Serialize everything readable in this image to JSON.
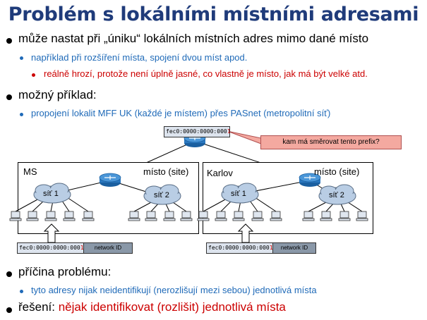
{
  "title": "Problém s lokálními místními adresami",
  "bullets": {
    "b1": "může nastat při „úniku“ lokálních místních adres mimo dané místo",
    "b1_sub": "například při rozšíření místa, spojení dvou míst apod.",
    "b1_subsub": "reálně hrozí, protože není úplně jasné, co vlastně je místo, jak má být velké atd.",
    "b2": "možný příklad:",
    "b2_sub": "propojení lokalit MFF UK (každé je místem) přes PASnet (metropolitní síť)",
    "b3": "příčina problému:",
    "b3_sub": "tyto adresy nijak neidentifikují (nerozlišují mezi sebou) jednotlivá místa",
    "b4_prefix": "řešení: ",
    "b4_red": "nějak identifikovat (rozlišit) jednotlivá místa"
  },
  "diagram": {
    "top_prefix_text": "fec0:0000:0000:000",
    "top_prefix_last": "1",
    "callout": "kam má směrovat tento prefix?",
    "site_left_name": "MS",
    "site_right_name": "Karlov",
    "site_label": "místo (site)",
    "subnet1": "síť 1",
    "subnet2": "síť 2",
    "addr_text": "fec0:0000:0000:000",
    "addr_last": "1",
    "netid_label": "network ID"
  },
  "colors": {
    "title": "#1f3b7a",
    "level2": "#1f6ab8",
    "accent_red": "#cc0000",
    "router": "#1a5fa0",
    "cloud": "#b9cde4"
  }
}
